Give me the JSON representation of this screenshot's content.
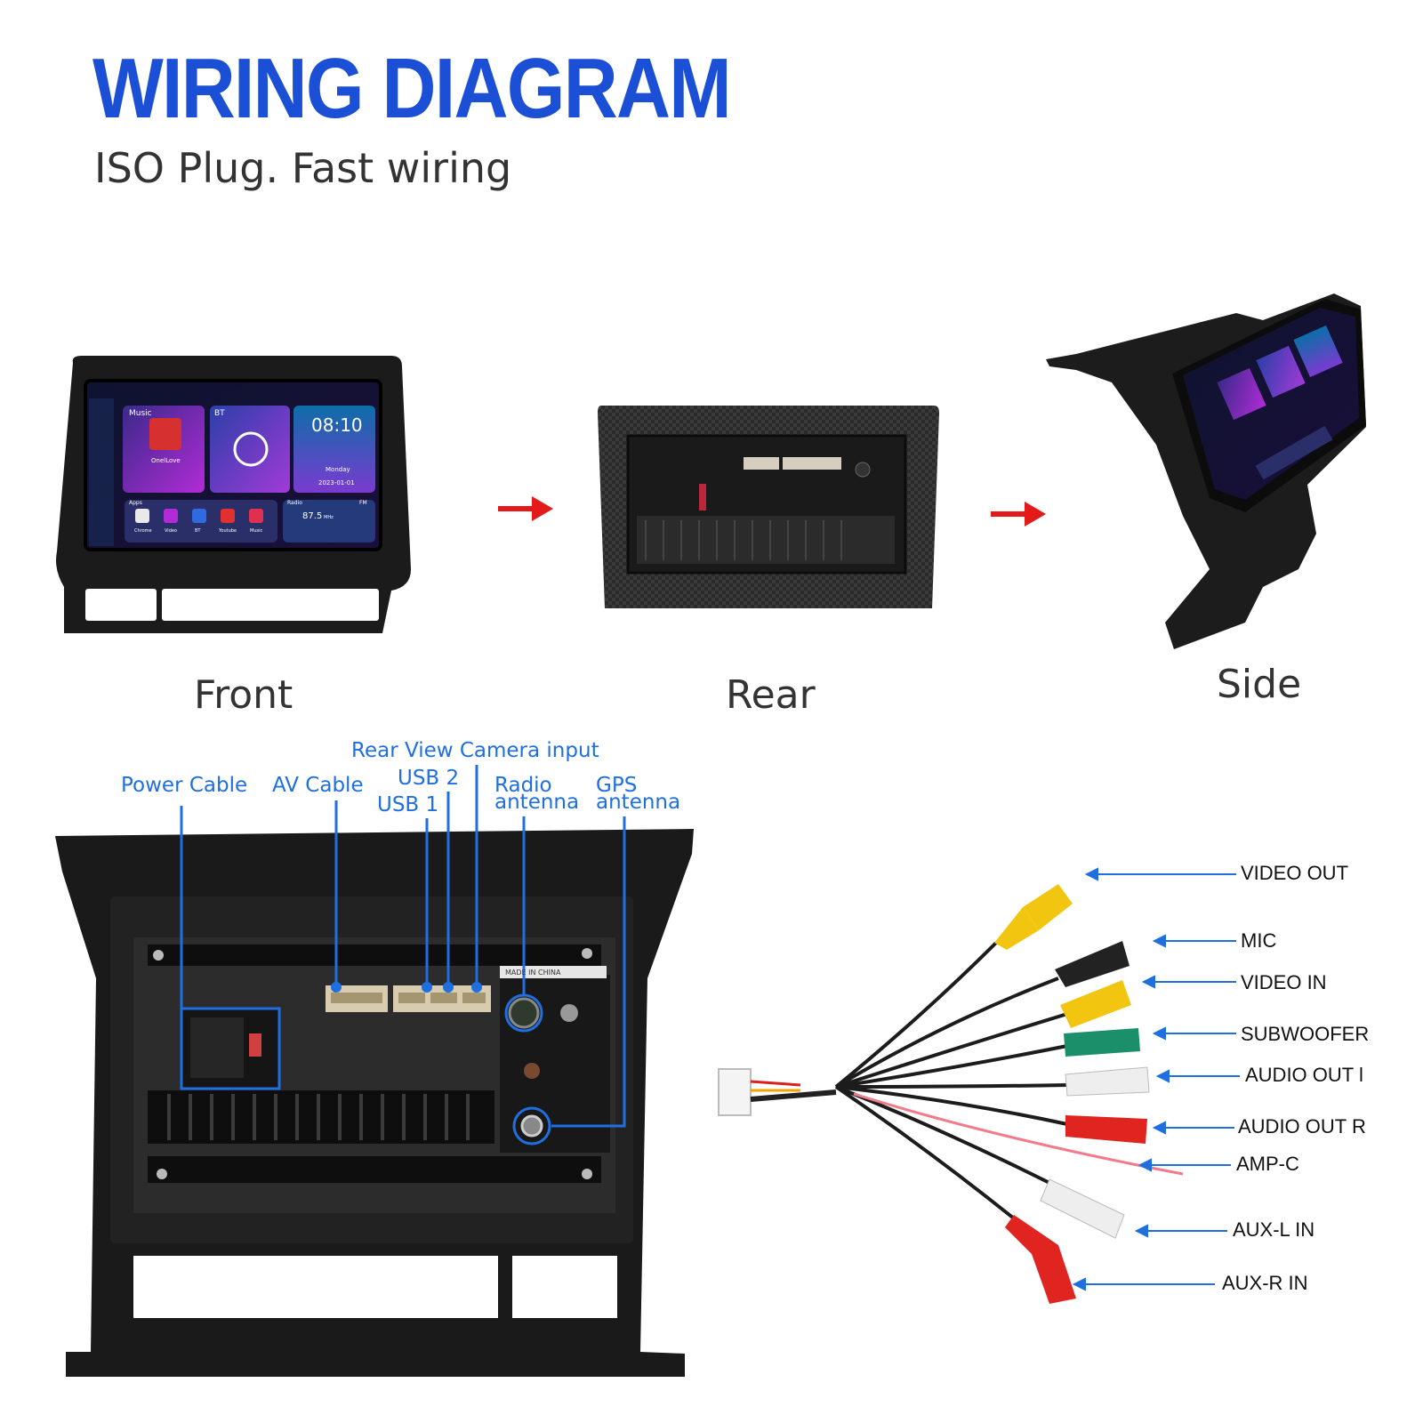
{
  "title": "WIRING DIAGRAM",
  "subtitle": "ISO Plug. Fast wiring",
  "views": {
    "front": "Front",
    "rear": "Rear",
    "side": "Side"
  },
  "screen": {
    "music": "Music",
    "song": "OnelLove",
    "bt": "BT",
    "clock": "08:10",
    "day": "Monday",
    "date": "2023-01-01",
    "apps": "Apps",
    "radio": "Radio",
    "fm": "FM",
    "freq": "87.5",
    "unit": "MHz",
    "app_names": [
      "Chrome",
      "Video",
      "BT",
      "Youtube",
      "Music"
    ]
  },
  "ports": {
    "power_cable": "Power Cable",
    "av_cable": "AV Cable",
    "usb2": "USB 2",
    "usb1": "USB 1",
    "rear_camera": "Rear View Camera input",
    "radio_antenna_1": "Radio",
    "radio_antenna_2": "antenna",
    "gps_antenna_1": "GPS",
    "gps_antenna_2": "antenna",
    "made_in": "MADE IN CHINA"
  },
  "cables": {
    "video_out": "VIDEO OUT",
    "mic": "MIC",
    "video_in": "VIDEO IN",
    "subwoofer": "SUBWOOFER",
    "audio_out_l": "AUDIO OUT l",
    "audio_out_r": "AUDIO OUT R",
    "amp_c": "AMP-C",
    "aux_l_in": "AUX-L IN",
    "aux_r_in": "AUX-R IN"
  },
  "colors": {
    "title_blue": "#1a4fd6",
    "label_blue": "#1f6fe0",
    "arrow_red": "#e3191a",
    "rca_yellow": "#f2c511",
    "rca_black": "#222222",
    "rca_green": "#1a8f6a",
    "rca_white": "#eeeeee",
    "rca_red": "#e0241f"
  }
}
